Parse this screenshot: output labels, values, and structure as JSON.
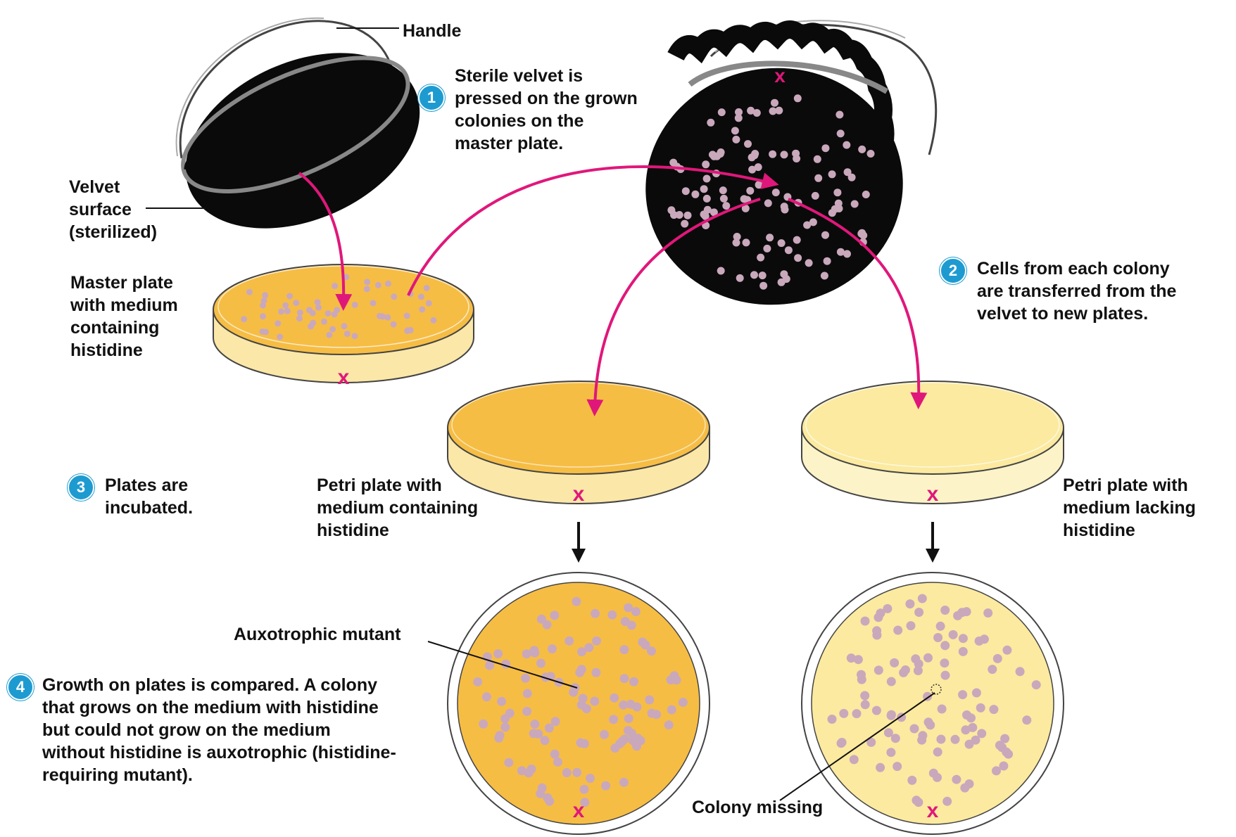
{
  "labels": {
    "handle": "Handle",
    "velvet_surface": [
      "Velvet",
      "surface",
      "(sterilized)"
    ],
    "master_plate": [
      "Master plate",
      "with medium",
      "containing",
      "histidine"
    ],
    "plate_with_histidine": [
      "Petri plate with",
      "medium containing",
      "histidine"
    ],
    "plate_lacking_histidine": [
      "Petri plate with",
      "medium lacking",
      "histidine"
    ],
    "auxotrophic_mutant": "Auxotrophic mutant",
    "colony_missing": "Colony missing",
    "marker": "x"
  },
  "steps": [
    {
      "number": "1",
      "text": [
        "Sterile velvet is",
        "pressed on the grown",
        "colonies on the",
        "master plate."
      ]
    },
    {
      "number": "2",
      "text": [
        "Cells from each colony",
        "are transferred from the",
        "velvet to new plates."
      ]
    },
    {
      "number": "3",
      "text": [
        "Plates are",
        "incubated."
      ]
    },
    {
      "number": "4",
      "text": [
        "Growth on plates is compared.  A colony",
        "that grows on the medium with histidine",
        "but could not grow on the medium",
        "without histidine is auxotrophic (histidine-",
        "requiring mutant)."
      ]
    }
  ],
  "colors": {
    "arrow": "#e0177a",
    "marker": "#e0177a",
    "step_badge": "#1d9bd1",
    "velvet": "#0a0a0a",
    "colony": "#c9a8bc",
    "medium_histidine": "#f6bd45",
    "medium_lacking": "#fbeaa0"
  },
  "icons": {
    "step_badge": "numbered-circle-icon",
    "marker": "x-mark-icon"
  }
}
